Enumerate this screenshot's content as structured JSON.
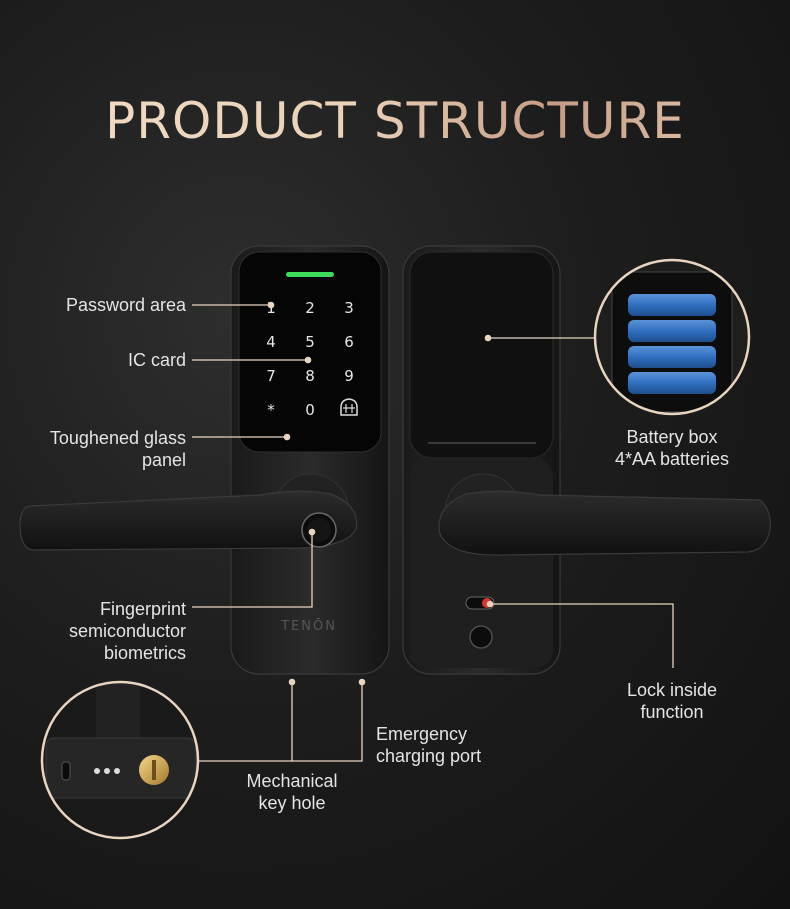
{
  "title": "PRODUCT STRUCTURE",
  "keypad": {
    "keys": [
      "1",
      "2",
      "3",
      "4",
      "5",
      "6",
      "7",
      "8",
      "9",
      "*",
      "0"
    ],
    "bell_icon": "bell-icon"
  },
  "brand": "TENŌN",
  "labels": {
    "password_area": "Password area",
    "ic_card": "IC card",
    "glass": [
      "Toughened glass",
      "panel"
    ],
    "fingerprint": [
      "Fingerprint",
      "semiconductor",
      "biometrics"
    ],
    "battery": [
      "Battery box",
      "4*AA batteries"
    ],
    "lock_inside": [
      "Lock inside",
      "function"
    ],
    "emergency": [
      "Emergency",
      "charging port"
    ],
    "key_hole": [
      "Mechanical",
      "key hole"
    ]
  },
  "colors": {
    "accent_line": "#e8d4bf",
    "status_led": "#3ddc5a",
    "battery_blue": "#2f6fc0",
    "lock_red": "#d8352f"
  }
}
